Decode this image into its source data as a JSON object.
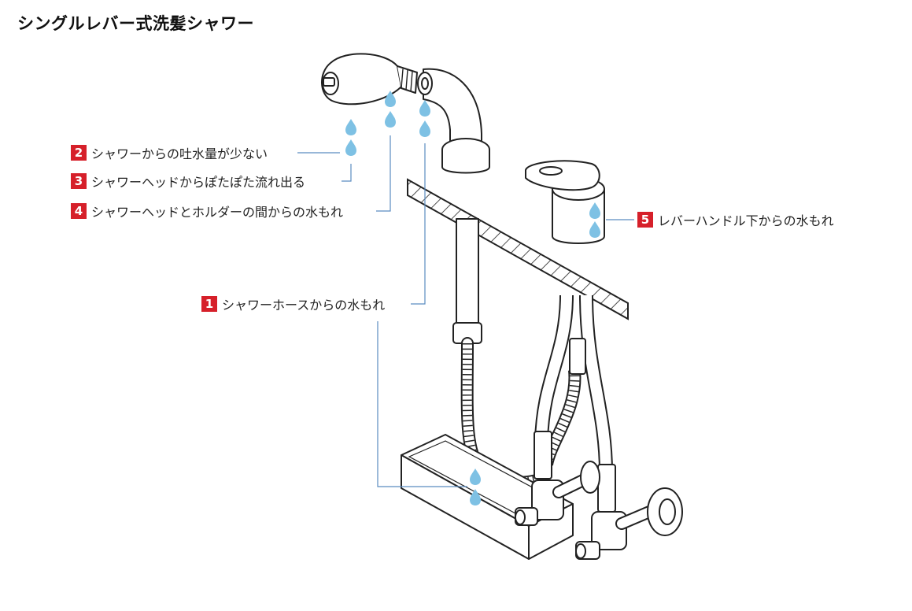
{
  "title": "シングルレバー式洗髪シャワー",
  "accent_color": "#d6202a",
  "drop_color": "#7ec1e4",
  "callouts": [
    {
      "number": "2",
      "text": "シャワーからの吐水量が少ない"
    },
    {
      "number": "3",
      "text": "シャワーヘッドからぽたぽた流れ出る"
    },
    {
      "number": "4",
      "text": "シャワーヘッドとホルダーの間からの水もれ"
    },
    {
      "number": "1",
      "text": "シャワーホースからの水もれ"
    },
    {
      "number": "5",
      "text": "レバーハンドル下からの水もれ"
    }
  ]
}
